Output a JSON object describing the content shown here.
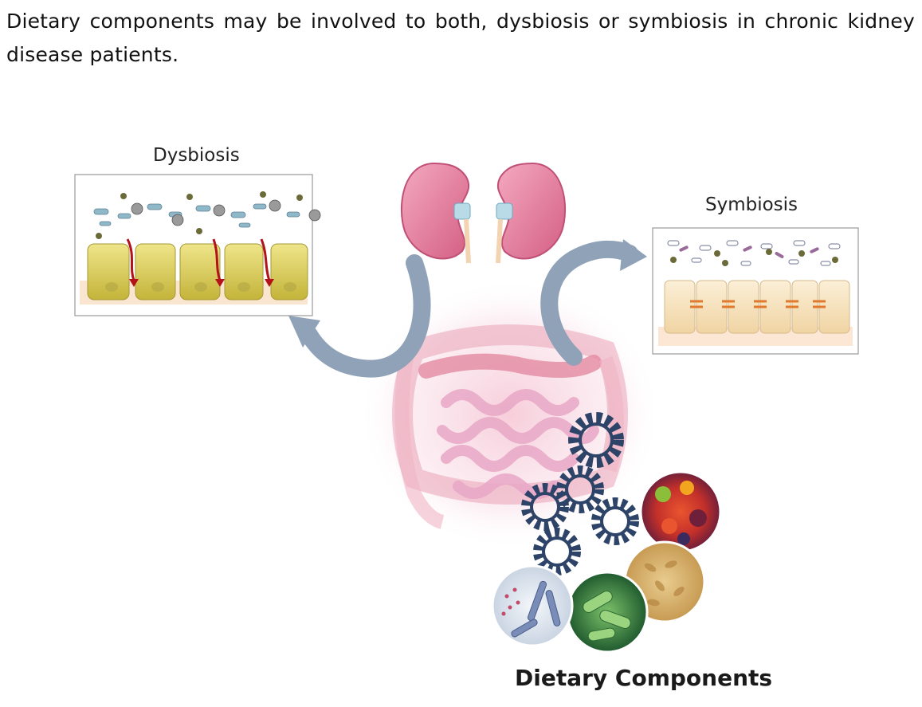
{
  "caption": "Dietary components may be involved to both, dysbiosis or symbiosis in chronic kidney disease patients.",
  "labels": {
    "dysbiosis": "Dysbiosis",
    "symbiosis": "Symbiosis",
    "dietary_components": "Dietary Components"
  },
  "colors": {
    "arrow": "#8fa2b8",
    "kidney": "#e17a9a",
    "gear": "#2d4468",
    "dysbiosis_cells": "#d8cc52",
    "symbiosis_cells": "#f5dfb7",
    "panel_border": "#9a9a9a",
    "leak_arrow": "#b3121a",
    "junction": "#e07a2e"
  },
  "icons": [
    "kidney-pair",
    "intestine",
    "gear-cluster",
    "fruit-plate",
    "cereal-grains",
    "bacteria",
    "fiber-molecule"
  ]
}
